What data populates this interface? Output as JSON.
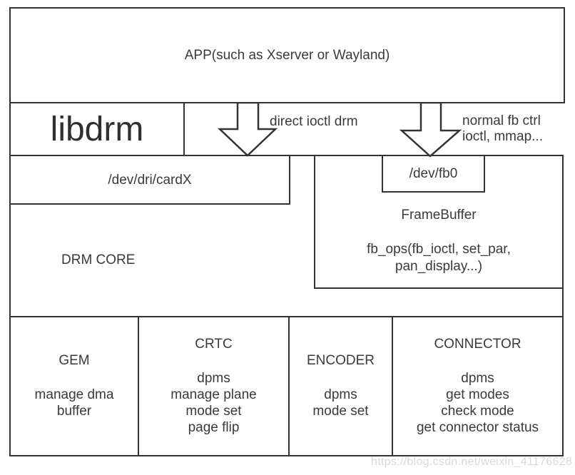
{
  "app": {
    "label": "APP(such as Xserver or Wayland)"
  },
  "libdrm": {
    "label": "libdrm"
  },
  "arrows": {
    "direct_label": "direct ioctl drm",
    "normal_label_line1": "normal fb ctrl",
    "normal_label_line2": "ioctl, mmap..."
  },
  "dev_dri": {
    "label": "/dev/dri/cardX"
  },
  "dev_fb0": {
    "label": "/dev/fb0"
  },
  "framebuffer": {
    "title": "FrameBuffer",
    "ops_line1": "fb_ops(fb_ioctl, set_par,",
    "ops_line2": "pan_display...)"
  },
  "drm_core": {
    "label": "DRM CORE"
  },
  "modules": [
    {
      "name": "GEM",
      "details": [
        "manage dma",
        "buffer"
      ]
    },
    {
      "name": "CRTC",
      "details": [
        "dpms",
        "manage plane",
        "mode set",
        "page flip"
      ]
    },
    {
      "name": "ENCODER",
      "details": [
        "dpms",
        "mode set"
      ]
    },
    {
      "name": "CONNECTOR",
      "details": [
        "dpms",
        "get modes",
        "check mode",
        "get connector status"
      ]
    }
  ],
  "watermark": "https://blog.csdn.net/weixin_41176628",
  "colors": {
    "line": "#333333",
    "text": "#3a3a3a",
    "watermark": "#d9d9d9",
    "background": "#ffffff"
  }
}
